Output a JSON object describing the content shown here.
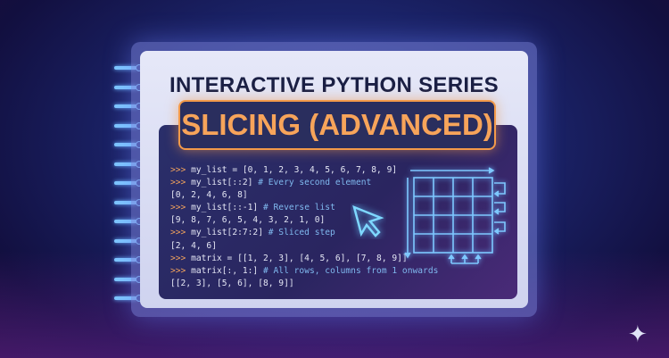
{
  "header": {
    "series_title": "INTERACTIVE PYTHON SERIES",
    "topic": "SLICING (ADVANCED)"
  },
  "code_lines": [
    {
      "prompt": ">>> ",
      "code": "my_list = [0, 1, 2, 3, 4, 5, 6, 7, 8, 9]",
      "comment": ""
    },
    {
      "prompt": ">>> ",
      "code": "my_list[::2] ",
      "comment": "# Every second element"
    },
    {
      "prompt": "",
      "code": "[0, 2, 4, 6, 8]",
      "comment": ""
    },
    {
      "prompt": ">>> ",
      "code": "my_list[::-1] ",
      "comment": "# Reverse list"
    },
    {
      "prompt": "",
      "code": "[9, 8, 7, 6, 5, 4, 3, 2, 1, 0]",
      "comment": ""
    },
    {
      "prompt": ">>> ",
      "code": "my_list[2:7:2] ",
      "comment": "# Sliced step"
    },
    {
      "prompt": "",
      "code": "[2, 4, 6]",
      "comment": ""
    },
    {
      "prompt": ">>> ",
      "code": "matrix = [[1, 2, 3], [4, 5, 6], [7, 8, 9]]",
      "comment": ""
    },
    {
      "prompt": ">>> ",
      "code": "matrix[:, 1:] ",
      "comment": "# All rows, columns from 1 onwards"
    },
    {
      "prompt": "",
      "code": "[[2, 3], [5, 6], [8, 9]]",
      "comment": ""
    }
  ],
  "icons": [
    "cursor-arrow-icon",
    "matrix-grid-icon",
    "spiral-binding-icon",
    "sparkle-icon"
  ],
  "colors": {
    "accent": "#f7a45a",
    "title": "#1a1f44",
    "comment": "#7fb8ee",
    "neon": "#7ec8ff"
  }
}
